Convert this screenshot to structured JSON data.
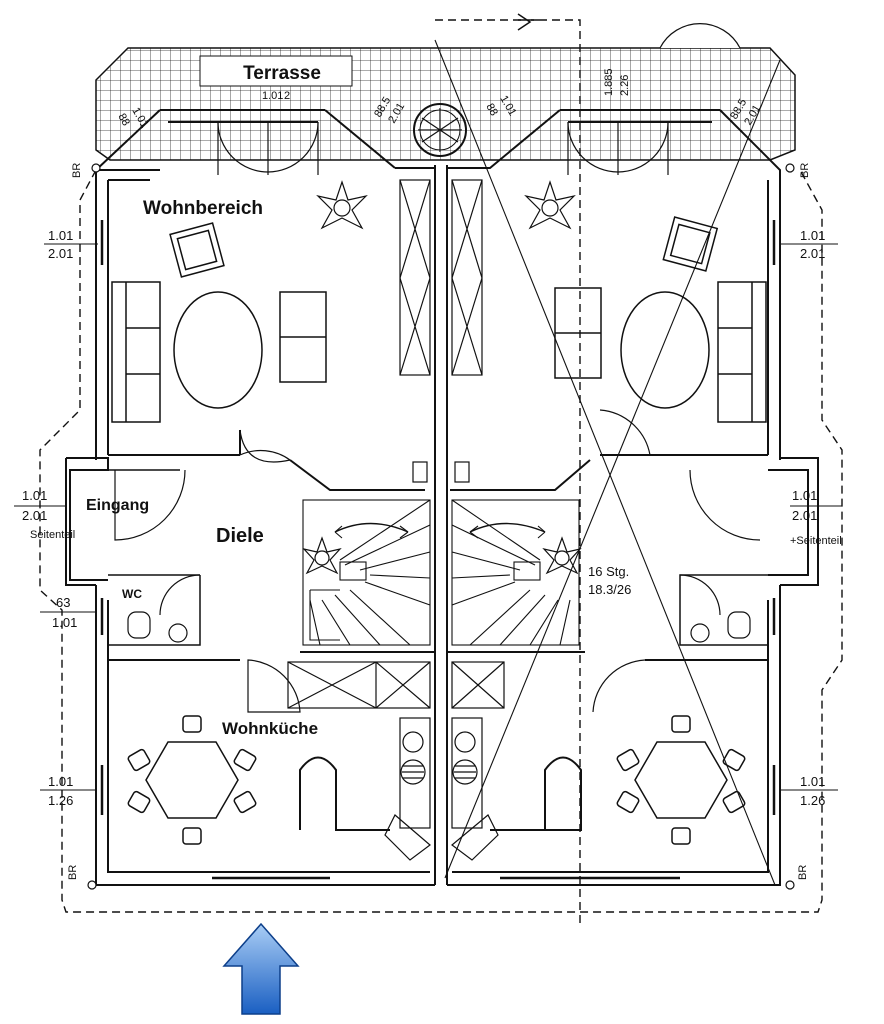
{
  "rooms": {
    "terrasse": "Terrasse",
    "wohnbereich": "Wohnbereich",
    "eingang": "Eingang",
    "diele": "Diele",
    "wc": "WC",
    "wohnkueche": "Wohnküche"
  },
  "windows": {
    "left_top": [
      "1.01",
      "2.01"
    ],
    "right_top": [
      "1.01",
      "2.01"
    ],
    "left_entry": [
      "1.01",
      "2.01"
    ],
    "left_entry_note": "Seitenteil",
    "right_entry": [
      "1.01",
      "2.01"
    ],
    "right_entry_note": "+Seitenteil",
    "left_wc": [
      "63",
      "1.01"
    ],
    "left_kitchen": [
      "1.01",
      "1.26"
    ],
    "right_kitchen": [
      "1.01",
      "1.26"
    ],
    "terrace_1": [
      "88.5",
      "2.01"
    ],
    "terrace_2": [
      "1.01",
      "88"
    ],
    "terrace_3": [
      "1.01",
      "88"
    ],
    "terrace_4": [
      "88.5",
      "2.01"
    ],
    "terrace_right": [
      "1.885",
      "2.26"
    ],
    "terrace_top": [
      "1.01",
      "2"
    ],
    "corner_marks": [
      "BR",
      "BR",
      "BR",
      "BR"
    ]
  },
  "stairs": {
    "label_line1": "16 Stg.",
    "label_line2": "18.3/26"
  },
  "colors": {
    "line": "#111111",
    "arrow_top": "#9cc4f2",
    "arrow_bottom": "#1b63c6"
  }
}
